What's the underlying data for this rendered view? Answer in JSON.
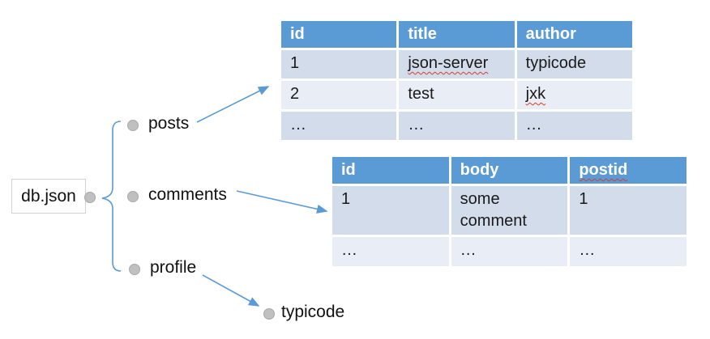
{
  "root_label": "db.json",
  "branches": [
    {
      "label": "posts"
    },
    {
      "label": "comments"
    },
    {
      "label": "profile"
    }
  ],
  "profile_value": "typicode",
  "posts_table": {
    "columns": [
      "id",
      "title",
      "author"
    ],
    "rows": [
      [
        "1",
        "json-server",
        "typicode"
      ],
      [
        "2",
        "test",
        "jxk"
      ],
      [
        "…",
        "…",
        "…"
      ]
    ]
  },
  "comments_table": {
    "columns": [
      "id",
      "body",
      "postid"
    ],
    "rows": [
      [
        "1",
        "some\ncomment",
        "1"
      ],
      [
        "…",
        "…",
        "…"
      ]
    ]
  },
  "misspelled_terms": [
    "json-server",
    "jxk",
    "postid"
  ],
  "colors": {
    "accent_blue": "#5b9bd5",
    "band_dark": "#d2dceb",
    "band_light": "#e9eef6",
    "bullet_gray": "#c0c0c0",
    "squiggle_red": "#d83b2a"
  }
}
